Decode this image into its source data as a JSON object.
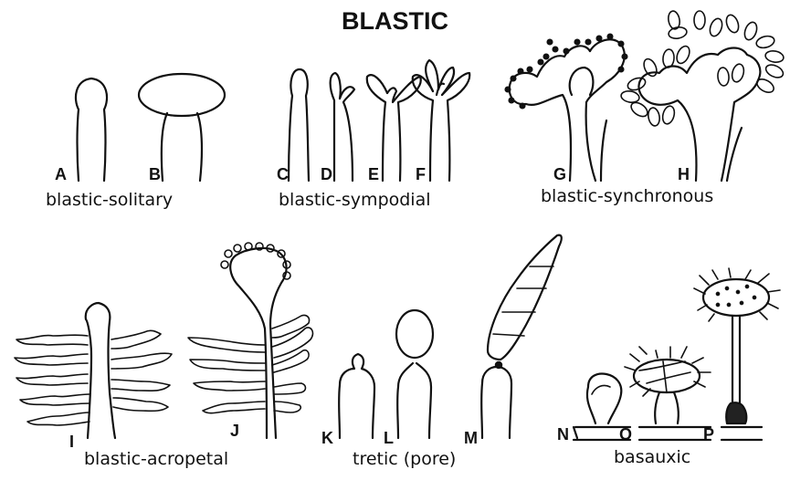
{
  "title": "BLASTIC",
  "captions": {
    "blastic_solitary": "blastic-solitary",
    "blastic_sympodial": "blastic-sympodial",
    "blastic_synchronous": "blastic-synchronous",
    "blastic_acropetal": "blastic-acropetal",
    "tretic": "tretic (pore)",
    "basauxic": "basauxic"
  },
  "letters": {
    "A": "A",
    "B": "B",
    "C": "C",
    "D": "D",
    "E": "E",
    "F": "F",
    "G": "G",
    "H": "H",
    "I": "I",
    "J": "J",
    "K": "K",
    "L": "L",
    "M": "M",
    "N": "N",
    "O": "O",
    "P": "P"
  }
}
